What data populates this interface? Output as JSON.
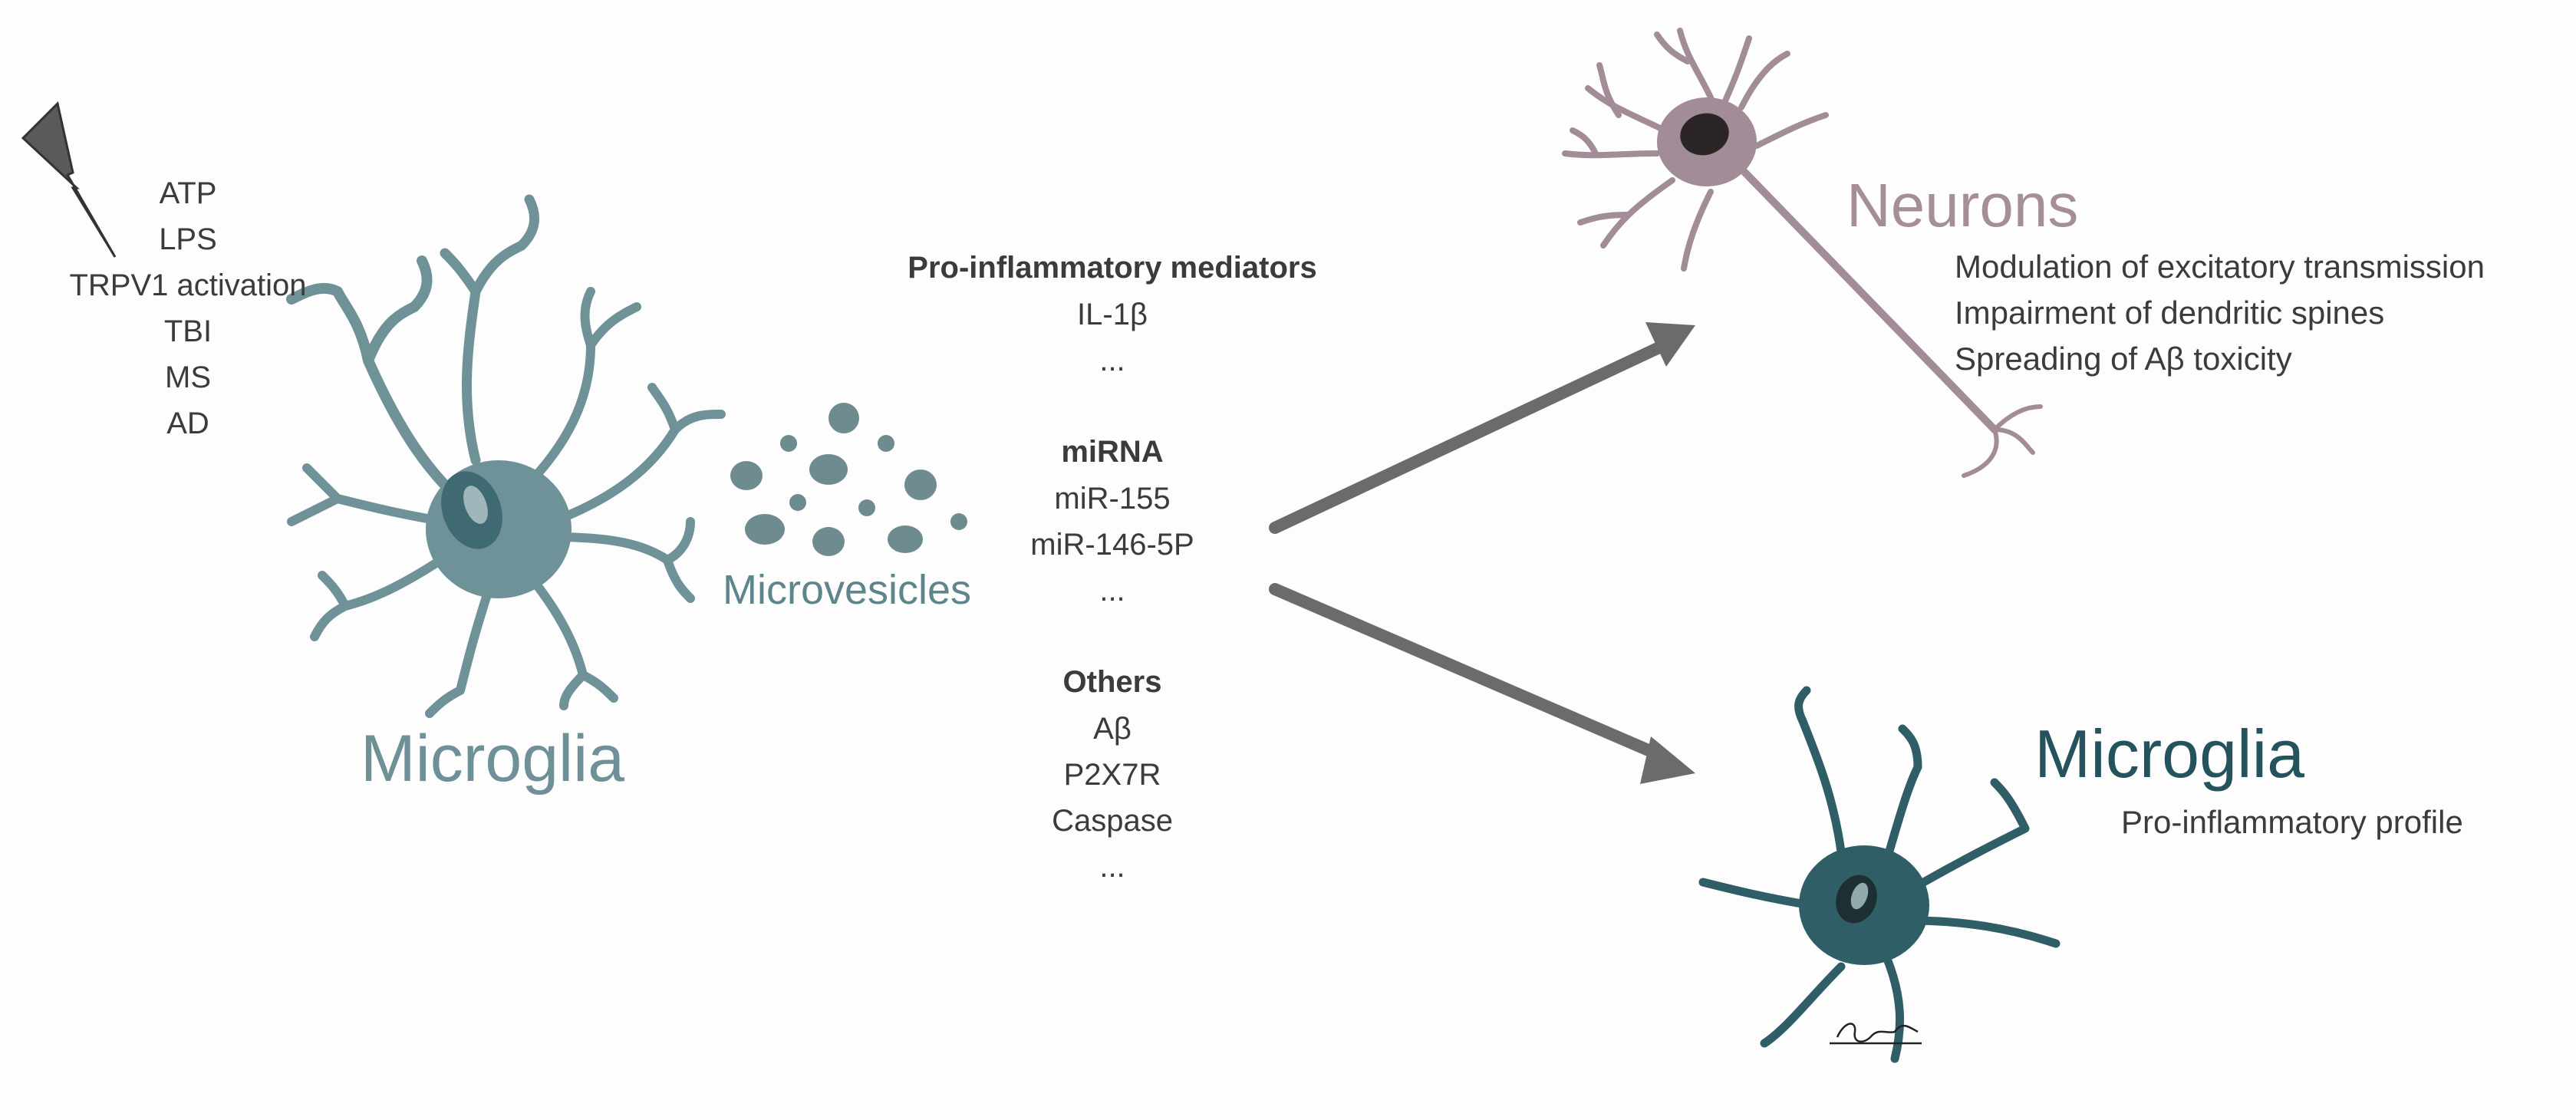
{
  "stimuli": {
    "items": [
      "ATP",
      "LPS",
      "TRPV1 activation",
      "TBI",
      "MS",
      "AD"
    ],
    "icon": "lightning-icon"
  },
  "left_cell": {
    "label": "Microglia",
    "color": "#6f9298",
    "nucleus_color": "#3f6a72"
  },
  "vesicles": {
    "label": "Microvesicles",
    "color": "#6e8b90"
  },
  "cargo": {
    "groups": [
      {
        "heading": "Pro-inflammatory mediators",
        "items": [
          "IL-1β",
          "..."
        ]
      },
      {
        "heading": "miRNA",
        "items": [
          "miR-155",
          "miR-146-5P",
          "..."
        ]
      },
      {
        "heading": "Others",
        "items": [
          "Aβ",
          "P2X7R",
          "Caspase",
          "..."
        ]
      }
    ]
  },
  "neurons": {
    "label": "Neurons",
    "color": "#a18c97",
    "effects": [
      "Modulation of excitatory transmission",
      "Impairment of dendritic spines",
      "Spreading of Aβ toxicity"
    ]
  },
  "right_cell": {
    "label": "Microglia",
    "subtitle": "Pro-inflammatory profile",
    "color": "#2f5e66"
  },
  "arrows": {
    "color": "#6b6b6d"
  }
}
